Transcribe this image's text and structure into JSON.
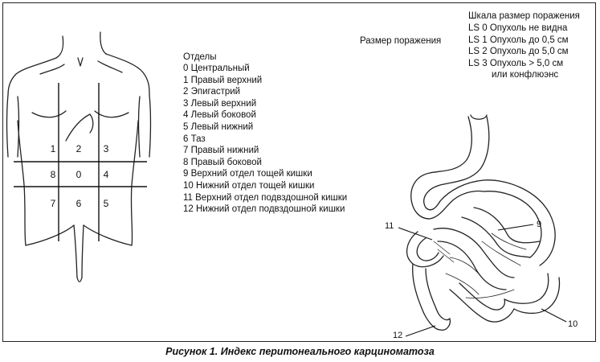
{
  "regions": {
    "title": "Отделы",
    "items": [
      "0  Центральный",
      "1  Правый верхний",
      "2  Эпигастрий",
      "3  Левый верхний",
      "4  Левый боковой",
      "5  Левый нижний",
      "6  Таз",
      "7  Правый нижний",
      "8  Правый боковой",
      "9  Верхний отдел тощей кишки",
      "10 Нижний отдел тощей кишки",
      "11 Верхний отдел подвздошной кишки",
      "12 Нижний отдел подвздошной кишки"
    ]
  },
  "lesion_size_label": "Размер поражения",
  "scale": {
    "title": "Шкала размер поражения",
    "items": [
      "LS 0 Опухоль не видна",
      "LS 1 Опухоль до 0,5 см",
      "LS 2 Опухоль до 5,0 см",
      "LS 3 Опухоль > 5,0 см",
      "или конфлюэнс"
    ]
  },
  "grid_numbers": [
    "1",
    "2",
    "3",
    "8",
    "0",
    "4",
    "7",
    "6",
    "5"
  ],
  "intestine_labels": {
    "n9": "9",
    "n10": "10",
    "n11": "11",
    "n12": "12"
  },
  "caption": "Рисунок 1. Индекс перитонеального карциноматоза"
}
